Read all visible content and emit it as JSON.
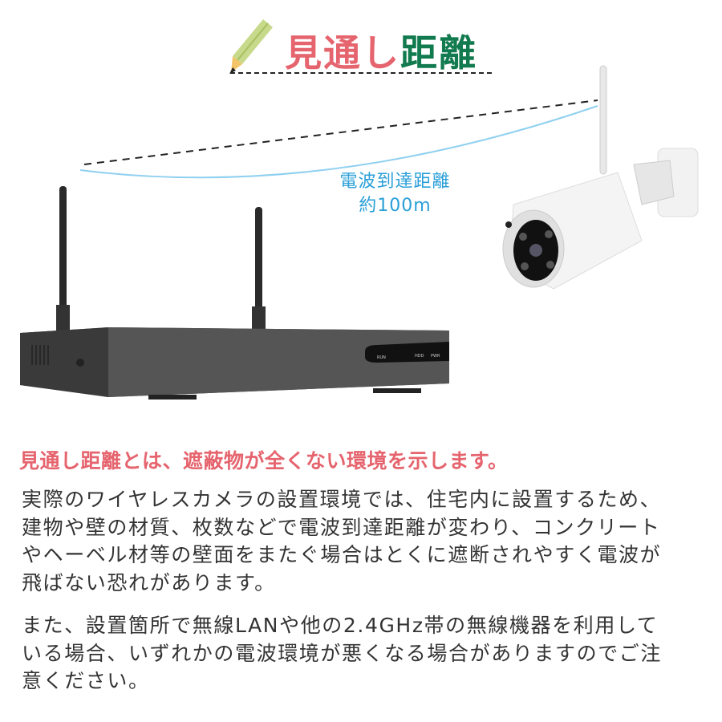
{
  "title": {
    "part1": "見通し",
    "part2": "距離",
    "accent_pink": "#e5646e",
    "accent_green": "#127a4f",
    "icon": "pencil-icon"
  },
  "diagram": {
    "range_label_line1": "電波到達距離",
    "range_label_line2": "約100m",
    "wave_color": "#2a9fd8",
    "nvr_indicators": [
      "RUN",
      "HDD",
      "PWR"
    ]
  },
  "heading": "見通し距離とは、遮蔽物が全くない環境を示します。",
  "paragraph1": [
    "実際のワイヤレスカメラの設置環境では、住宅内に設置するため、",
    "建物や壁の材質、枚数などで電波到達距離が変わり、コンクリート",
    "やヘーベル材等の壁面をまたぐ場合はとくに遮断されやすく電波が",
    "飛ばない恐れがあります。"
  ],
  "paragraph2": [
    "また、設置箇所で無線LANや他の2.4GHz帯の無線機器を利用して",
    "いる場合、いずれかの電波環境が悪くなる場合がありますのでご注",
    "意ください。"
  ]
}
